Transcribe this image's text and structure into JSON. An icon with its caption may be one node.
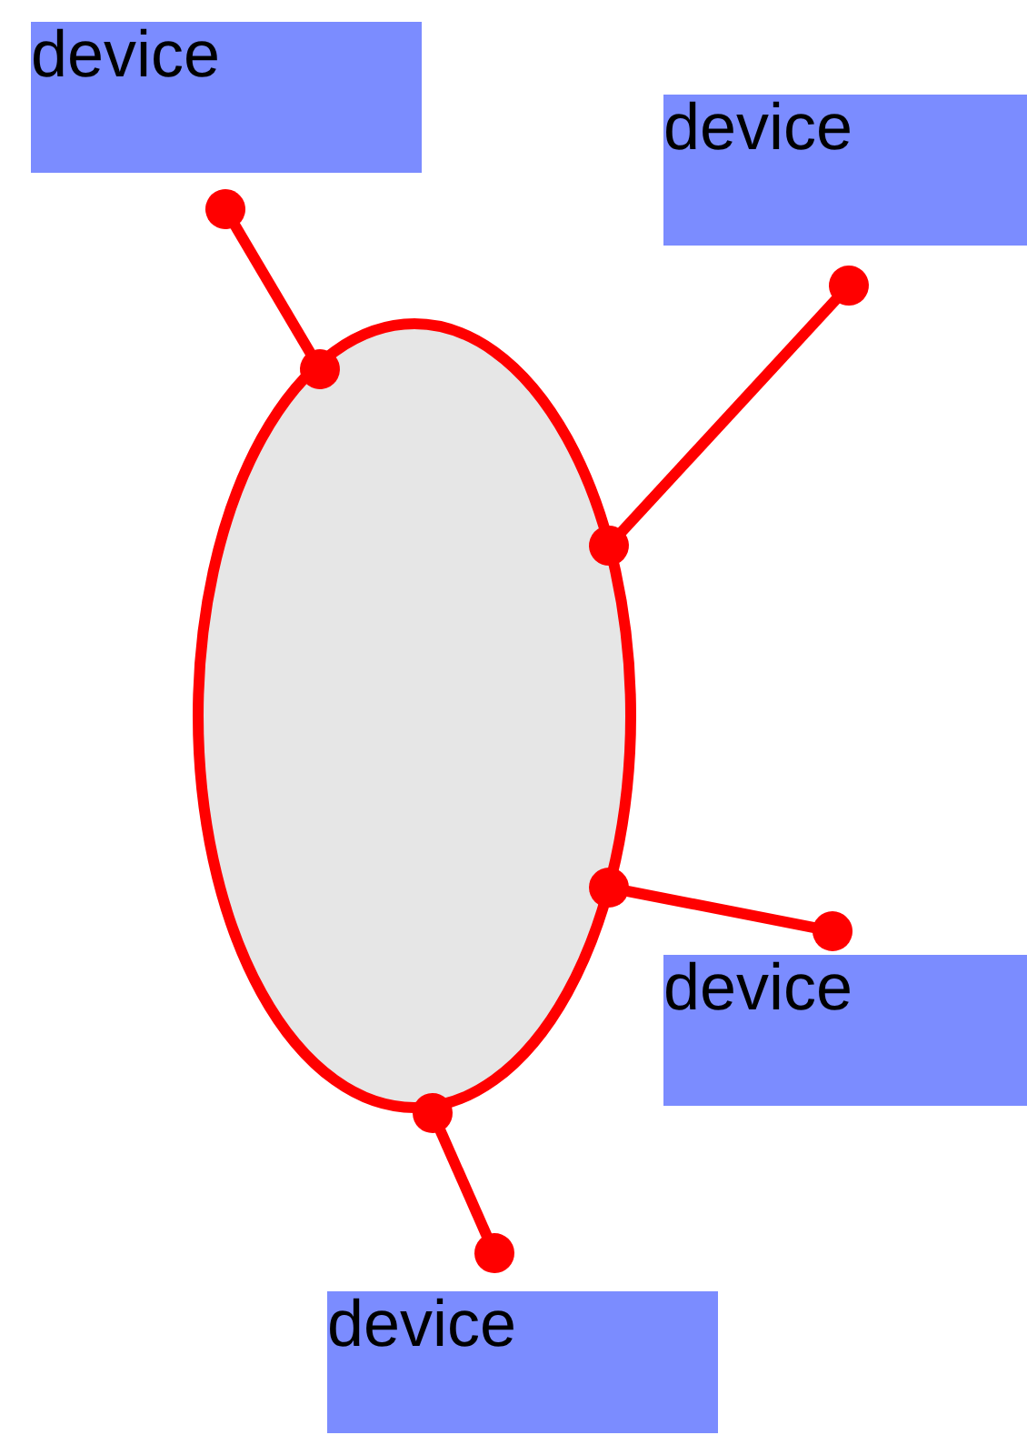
{
  "diagram": {
    "nodes": [
      {
        "text": [
          "device"
        ]
      },
      {
        "text": [
          "device"
        ]
      },
      {
        "text": [],
        "shape": "ellipse"
      },
      {
        "text": [
          "device"
        ]
      },
      {
        "text": [
          "device"
        ]
      }
    ],
    "edges": [
      {
        "from": 2,
        "to": 0,
        "arrow": "other"
      },
      {
        "from": 2,
        "to": 1,
        "arrow": "other"
      },
      {
        "from": 2,
        "to": 3,
        "arrow": "other"
      },
      {
        "from": 2,
        "to": 4,
        "arrow": "other"
      }
    ]
  }
}
